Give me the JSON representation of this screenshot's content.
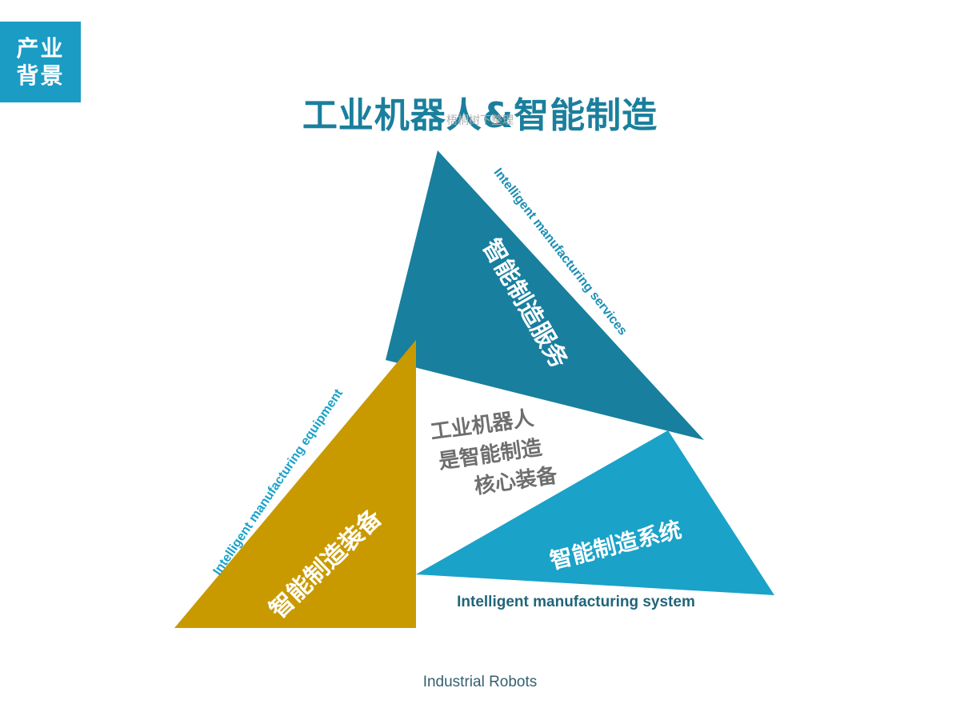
{
  "badge": {
    "line1": "产业",
    "line2": "背景"
  },
  "title": "工业机器人&智能制造",
  "watermark": "梧桐树下整理",
  "colors": {
    "services": "#187f9e",
    "equipment": "#c99a00",
    "system": "#1aa2c8",
    "center_text": "#6e6e6e",
    "accent": "#1a9cc4"
  },
  "diagram": {
    "services": {
      "label": "智能制造服务",
      "english": "Intelligent manufacturing services"
    },
    "equipment": {
      "label": "智能制造装备",
      "english": "Intelligent manufacturing equipment"
    },
    "system": {
      "label": "智能制造系统",
      "english": "Intelligent manufacturing system"
    },
    "center": {
      "line1": "工业机器人",
      "line2": "是智能制造",
      "line3": "核心装备"
    }
  },
  "footer": "Industrial Robots"
}
